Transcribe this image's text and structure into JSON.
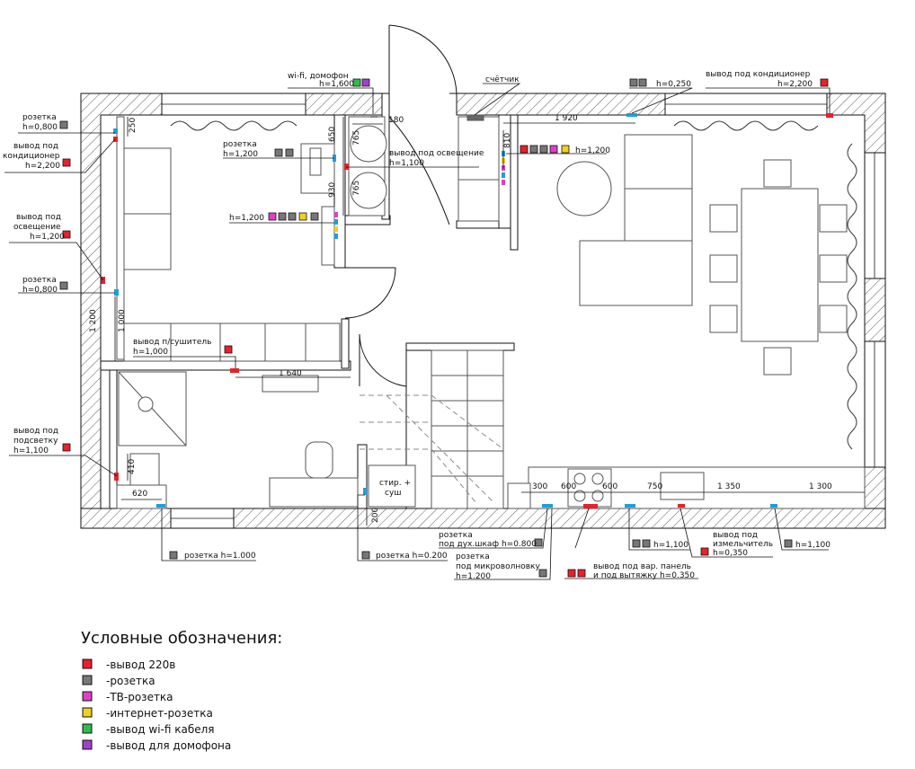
{
  "labels": {
    "wifi": [
      "wi-fi, домофон",
      "h=1,600"
    ],
    "counter": [
      "счётчик"
    ],
    "socket_tr": [
      "h=0,250"
    ],
    "ac_right": [
      "вывод под кондиционер",
      "h=2,200"
    ],
    "socket_left_top": [
      "розетка",
      "h=0,800"
    ],
    "ac_left": [
      "вывод под",
      "кондиционер",
      "h=2,200"
    ],
    "socket_desk": [
      "розетка",
      "h=1,200"
    ],
    "light_hall": [
      "вывод под освещение",
      "h=1,100"
    ],
    "kit_sockets": [
      "h=1,200"
    ],
    "light_left": [
      "вывод под",
      "освещение",
      "h=1,200"
    ],
    "tv_block": [
      "h=1,200"
    ],
    "socket_left_low": [
      "розетка",
      "h=0,800"
    ],
    "dryer": [
      "вывод п/сушитель",
      "h=1,000"
    ],
    "backlight": [
      "вывод под",
      "подсветку",
      "h=1,100"
    ],
    "socket_bath": [
      "розетка h=1.000"
    ],
    "socket_wash": [
      "розетка h=0.200"
    ],
    "oven": [
      "розетка",
      "под дух.шкаф h=0.800"
    ],
    "micro": [
      "розетка",
      "под микроволновку",
      "h=1.200"
    ],
    "hob": [
      "вывод под вар. панель",
      "и под вытяжку h=0.350"
    ],
    "kit_1100": [
      "h=1,100"
    ],
    "shredder": [
      "вывод под",
      "измельчитель",
      "h=0,350"
    ],
    "kit_1100b": [
      "h=1,100"
    ],
    "washer": [
      "стир. +",
      "суш"
    ]
  },
  "dimensions": {
    "d250": "250",
    "d180": "180",
    "d1920": "1 920",
    "d650": "650",
    "d765a": "765",
    "d765b": "765",
    "d810": "810",
    "d930": "930",
    "d1200": "1 200",
    "d1000": "1 000",
    "d1640": "1 640",
    "d410": "410",
    "d620": "620",
    "d200": "200",
    "d300": "300",
    "d600a": "600",
    "d600b": "600",
    "d750": "750",
    "d1350": "1 350",
    "d1300": "1 300"
  },
  "legend": {
    "title": "Условные обозначения:",
    "items": [
      {
        "text": "-вывод 220в",
        "color": "#e8212a"
      },
      {
        "text": "-розетка",
        "color": "#777777"
      },
      {
        "text": "-ТВ-розетка",
        "color": "#e040c8"
      },
      {
        "text": "-интернет-розетка",
        "color": "#f0d020"
      },
      {
        "text": "-вывод wi-fi кабеля",
        "color": "#2ebd4a"
      },
      {
        "text": "-вывод для домофона",
        "color": "#a040d0"
      }
    ]
  },
  "colors": {
    "power": "#e8212a",
    "socket": "#1e9fd8",
    "tv": "#e040c8",
    "internet": "#f0d020",
    "wifi": "#2ebd4a",
    "intercom": "#a040d0"
  }
}
